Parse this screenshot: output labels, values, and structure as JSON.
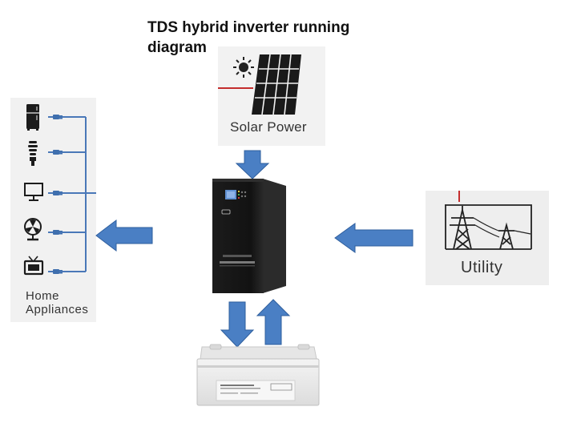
{
  "title": "TDS hybrid inverter running diagram",
  "nodes": {
    "solar": {
      "label": "Solar Power"
    },
    "utility": {
      "label": "Utility"
    },
    "home": {
      "label_line1": "Home",
      "label_line2": "Appliances"
    }
  },
  "appliances": [
    "refrigerator-icon",
    "light-bulb-icon",
    "monitor-icon",
    "fan-icon",
    "tv-icon"
  ],
  "colors": {
    "arrow": "#4a7fc4",
    "arrow_stroke": "#2f5f9e",
    "inverter": "#161616",
    "panel_bg": "#efefef"
  },
  "flows": [
    "solar-to-inverter",
    "utility-to-inverter",
    "inverter-to-home",
    "inverter-to-battery",
    "battery-to-inverter"
  ]
}
